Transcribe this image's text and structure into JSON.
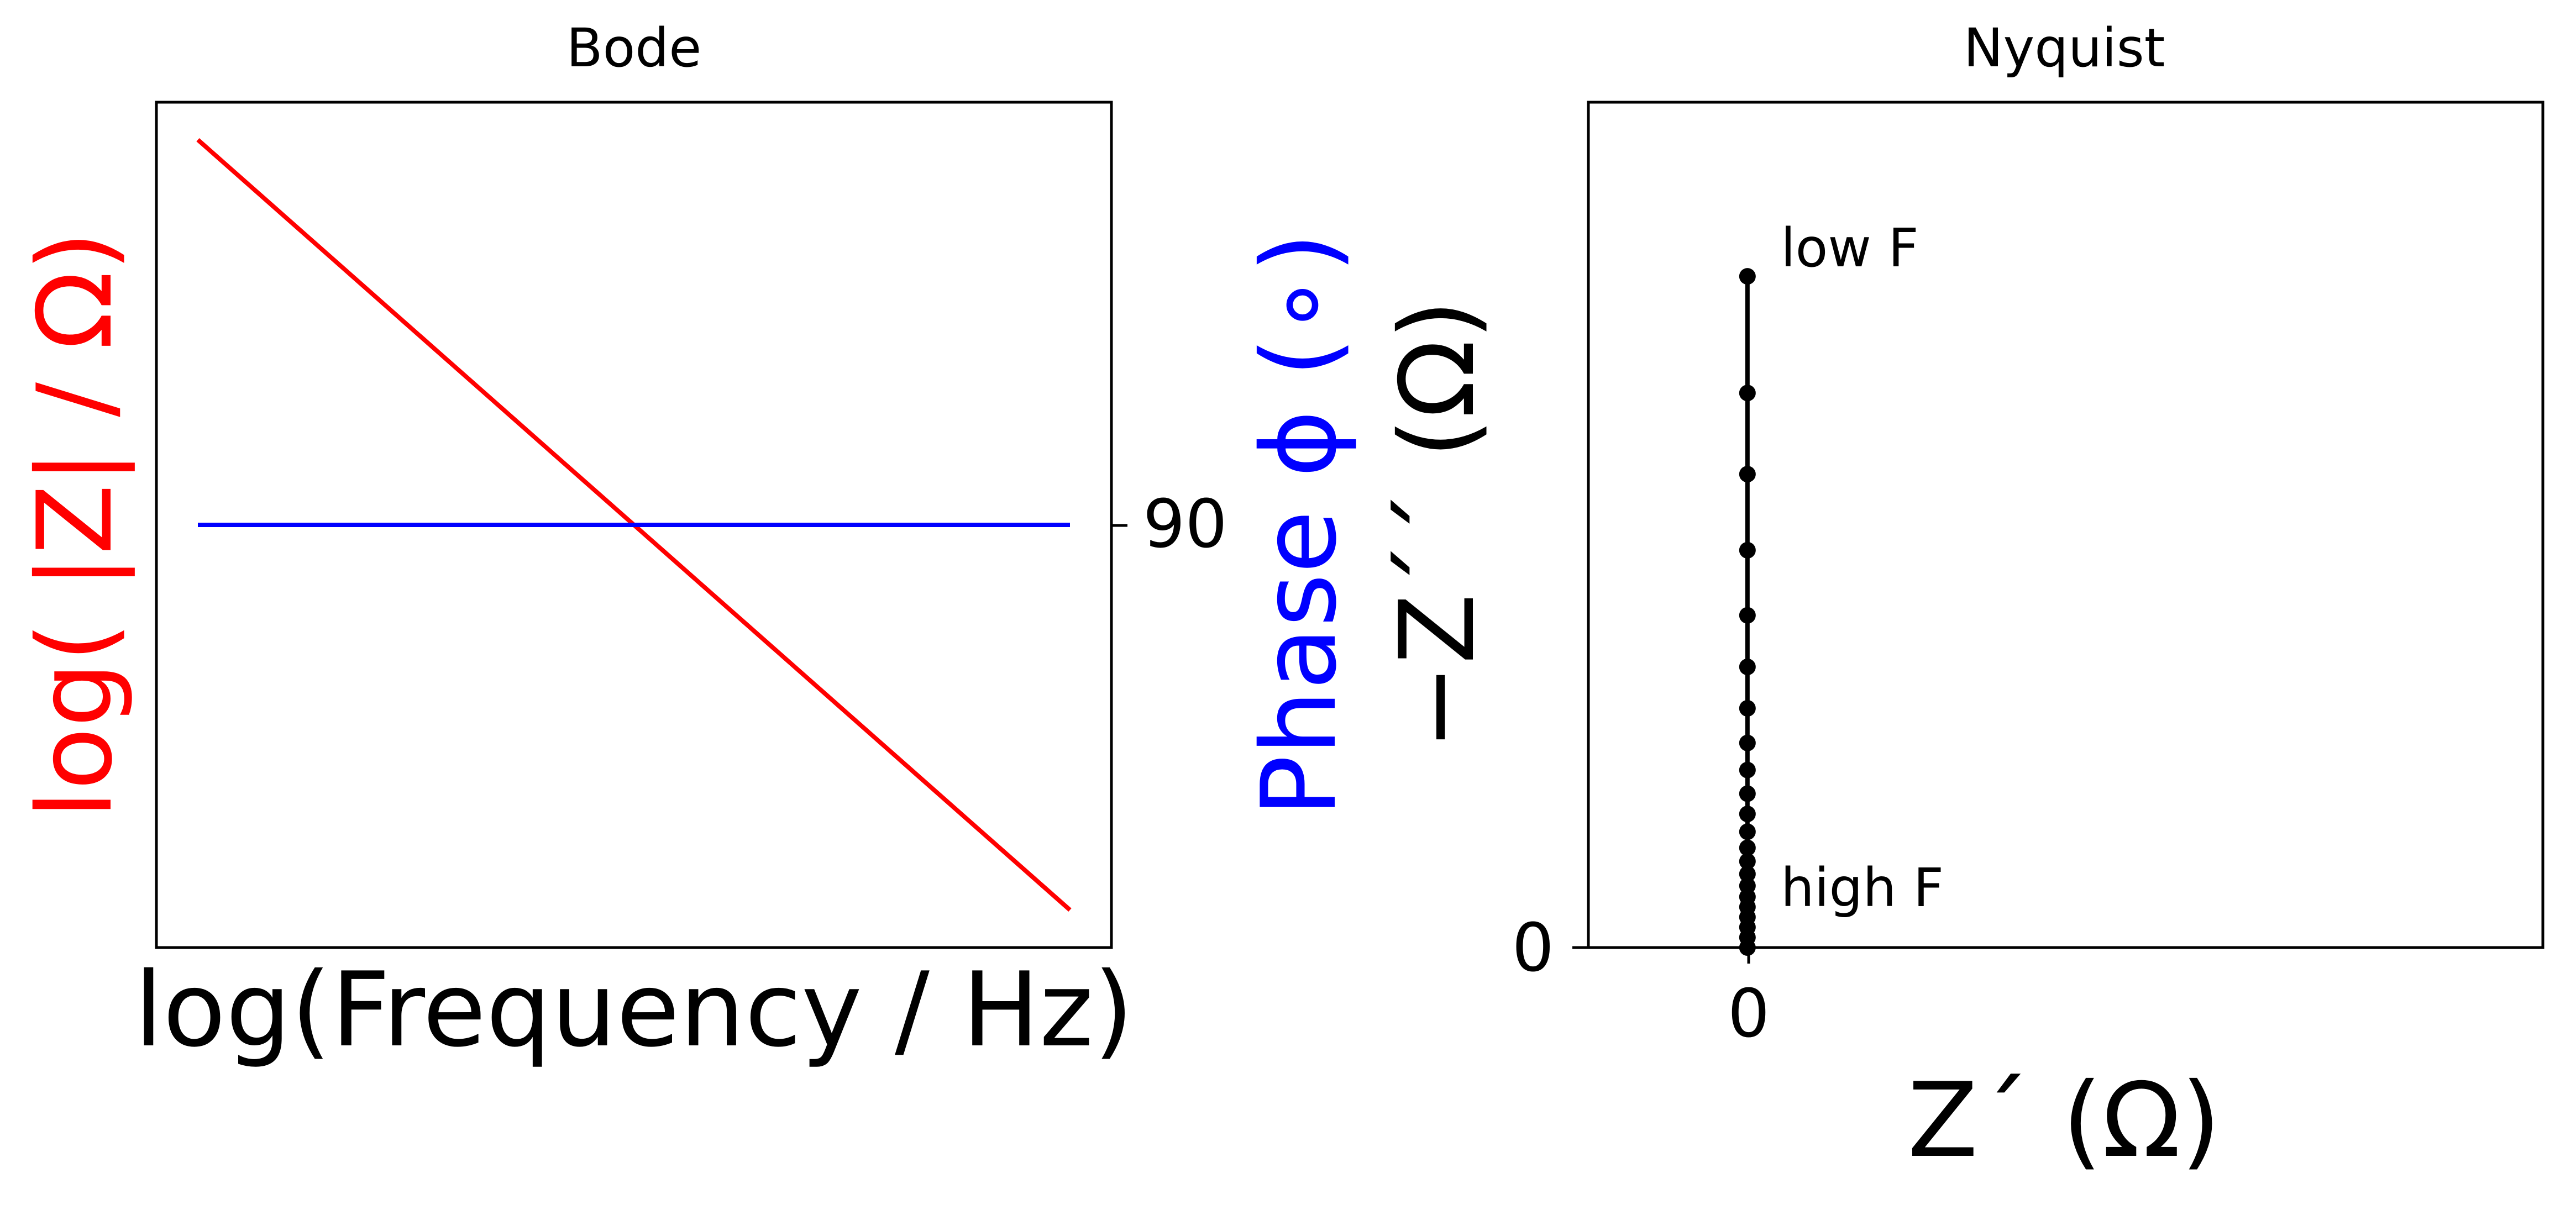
{
  "chart_data": [
    {
      "type": "line",
      "title": "Bode",
      "xlabel": "log(Frequency / Hz)",
      "ylabel_left": "log( |Z| / Ω)",
      "ylabel_right": "Phase ϕ (∘)",
      "x_ticks_shown": false,
      "y_left_ticks_shown": false,
      "y_right_ticks": [
        "90"
      ],
      "y_right_range": [
        80,
        100
      ],
      "x": [
        0,
        1
      ],
      "series": [
        {
          "axis": "left",
          "color": "#ff0000",
          "values": [
            1.0,
            0.0
          ],
          "relative": true
        },
        {
          "axis": "right",
          "color": "#0000ff",
          "values": [
            90,
            90
          ]
        }
      ]
    },
    {
      "type": "line",
      "title": "Nyquist",
      "xlabel": "Z´ (Ω)",
      "ylabel": "−Z´´ (Ω)",
      "x_ticks": [
        "0"
      ],
      "y_ticks": [
        "0"
      ],
      "xlim": [
        -0.2,
        1.0
      ],
      "ylim": [
        0,
        1.0
      ],
      "color": "#000000",
      "marker": "circle",
      "points_relative_y": [
        0.0,
        0.012,
        0.024,
        0.036,
        0.048,
        0.06,
        0.073,
        0.087,
        0.102,
        0.118,
        0.137,
        0.158,
        0.182,
        0.21,
        0.242,
        0.283,
        0.332,
        0.393,
        0.47,
        0.56,
        0.656,
        0.794
      ],
      "annotations": [
        {
          "text": "low F",
          "at": "end"
        },
        {
          "text": "high F",
          "at": "start"
        }
      ]
    }
  ]
}
